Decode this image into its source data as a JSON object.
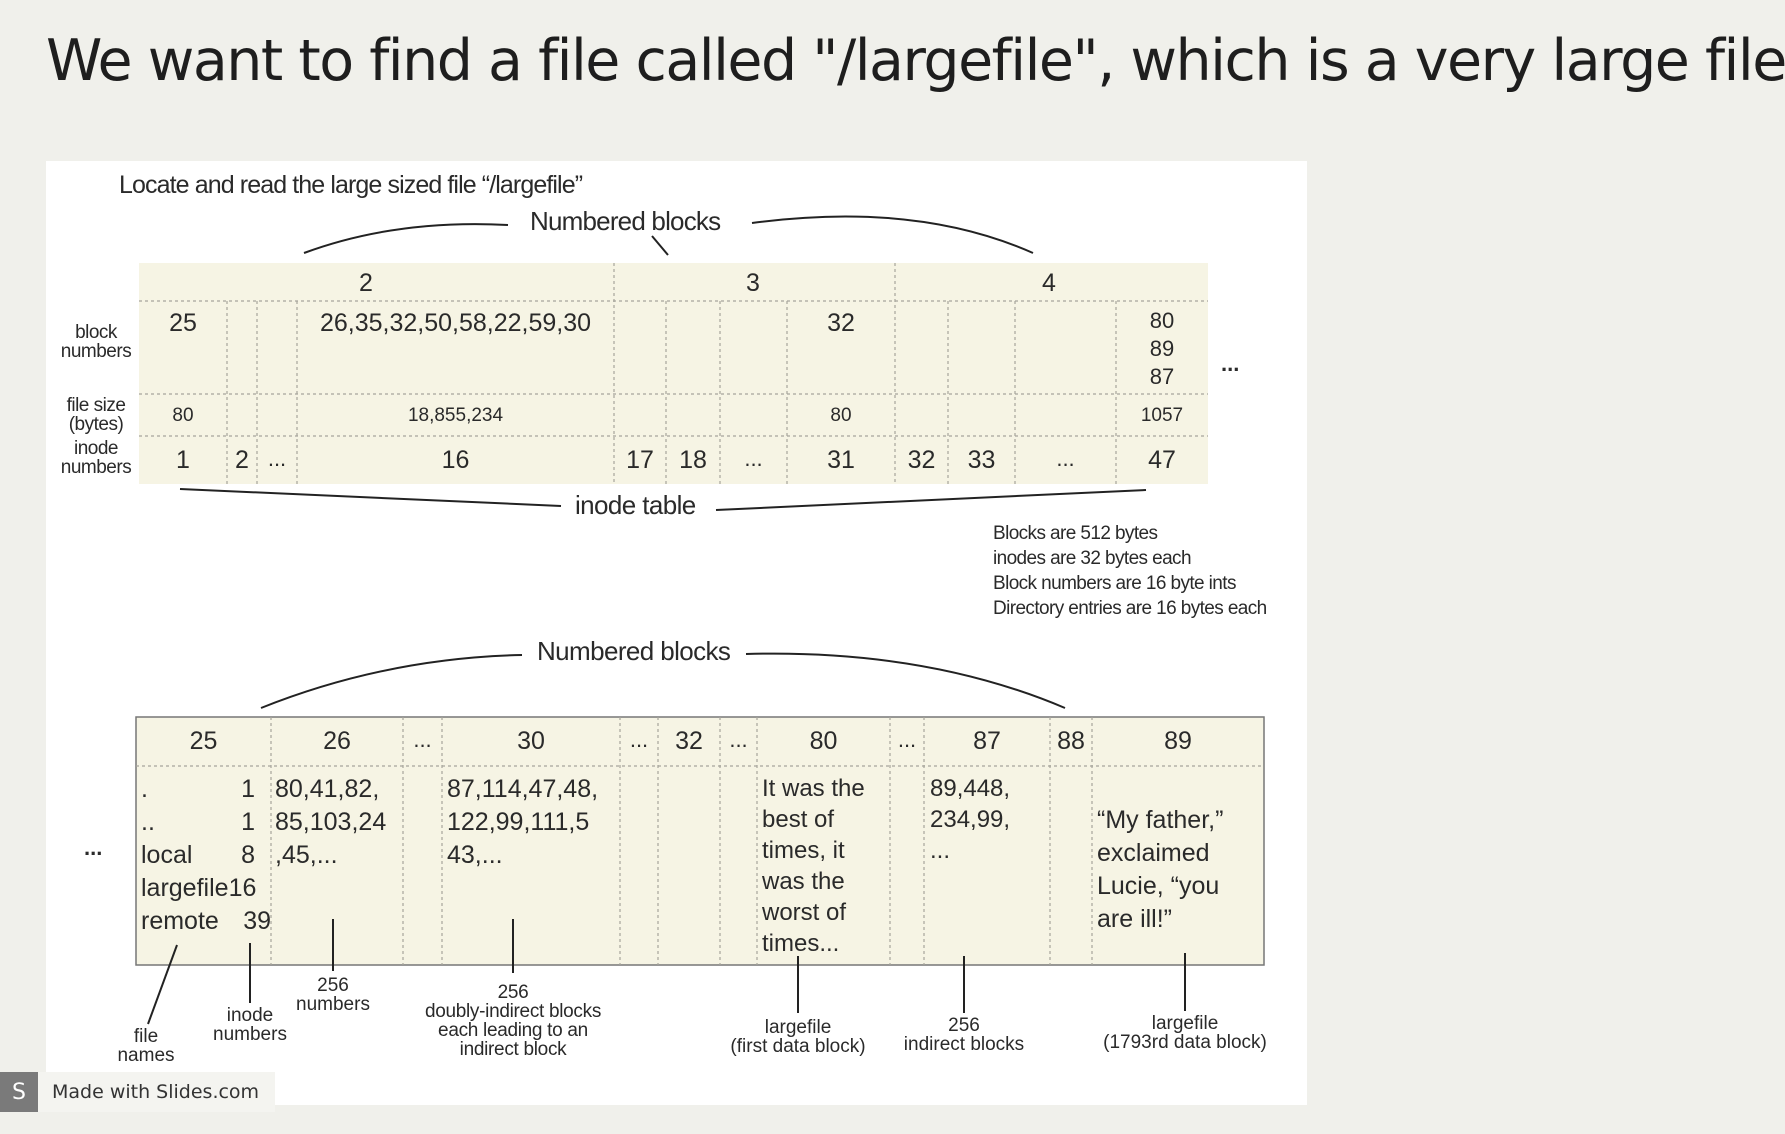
{
  "slide": {
    "title": "We want to find a file called \"/largefile\", which is a very large file."
  },
  "figure": {
    "top_caption": "Locate and read the large sized file “/largefile”",
    "numbered_blocks_label_top": "Numbered blocks",
    "numbered_blocks_label_bottom": "Numbered blocks",
    "inode_table_label": "inode table",
    "ellipsis": "...",
    "row_labels": {
      "block_numbers": [
        "block",
        "numbers"
      ],
      "file_size": [
        "file size",
        "(bytes)"
      ],
      "inode_numbers": [
        "inode",
        "numbers"
      ]
    },
    "inode_table": {
      "block_headers": [
        "2",
        "3",
        "4"
      ],
      "block_numbers": {
        "inode1": "25",
        "inode16": "26,35,32,50,58,22,59,30",
        "inode31": "32",
        "inode47": [
          "80",
          "89",
          "87"
        ]
      },
      "file_sizes": {
        "inode1": "80",
        "inode16": "18,855,234",
        "inode31": "80",
        "inode47": "1057"
      },
      "inode_numbers": [
        "1",
        "2",
        "...",
        "16",
        "17",
        "18",
        "...",
        "31",
        "32",
        "33",
        "...",
        "47"
      ]
    },
    "notes": [
      "Blocks are 512 bytes",
      "inodes are 32 bytes each",
      "Block numbers are 16 byte ints",
      "Directory entries are 16 bytes each"
    ],
    "data_blocks": {
      "headers": [
        "25",
        "26",
        "...",
        "30",
        "...",
        "32",
        "...",
        "80",
        "...",
        "87",
        "88",
        "89"
      ],
      "dir_entries": [
        {
          "name": ".",
          "inode": "1"
        },
        {
          "name": "..",
          "inode": "1"
        },
        {
          "name": "local",
          "inode": "8"
        },
        {
          "name": "largefile",
          "inode": "16"
        },
        {
          "name": "remote",
          "inode": "39"
        }
      ],
      "block26": [
        "80,41,82,",
        "85,103,24",
        ",45,..."
      ],
      "block30": [
        "87,114,47,48,",
        "122,99,111,5",
        "43,..."
      ],
      "block80": [
        "It was the",
        "best of",
        "times, it",
        "was the",
        "worst of",
        "times..."
      ],
      "block87": [
        "89,448,",
        "234,99,",
        "..."
      ],
      "block89": [
        "“My father,”",
        "exclaimed",
        "Lucie, “you",
        "are ill!”"
      ]
    },
    "annotations": {
      "file_names": [
        "file",
        "names"
      ],
      "inode_numbers": [
        "inode",
        "numbers"
      ],
      "numbers_256": [
        "256",
        "numbers"
      ],
      "doubly_indirect": [
        "256",
        "doubly-indirect blocks",
        "each leading to an",
        "indirect block"
      ],
      "first_data_block": [
        "largefile",
        "(first data block)"
      ],
      "indirect_blocks": [
        "256",
        "indirect blocks"
      ],
      "data_block_1793": [
        "largefile",
        "(1793rd data block)"
      ]
    }
  },
  "badge": {
    "logo": "S",
    "text": "Made with Slides.com"
  },
  "colors": {
    "page_bg": "#f0f0eb",
    "cell_bg": "#f6f4e4",
    "figure_bg": "#ffffff"
  }
}
